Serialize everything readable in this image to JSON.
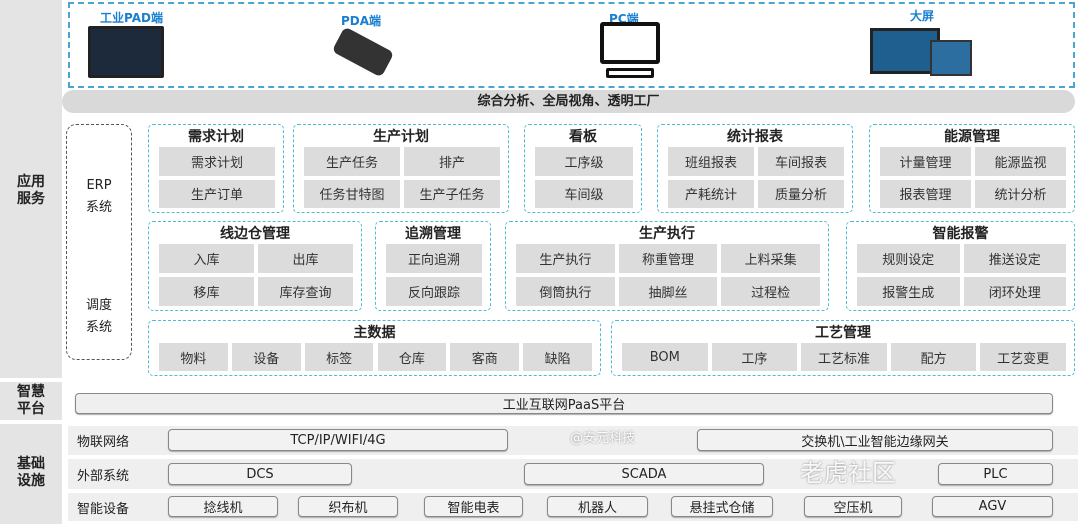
{
  "side_labels": {
    "app": "应用\n服务",
    "platform": "智慧\n平台",
    "infra": "基础\n设施"
  },
  "devices": [
    "工业PAD端",
    "PDA端",
    "PC端",
    "大屏"
  ],
  "banner": "综合分析、全局视角、透明工厂",
  "erp": {
    "top": "ERP\n系统",
    "bottom": "调度\n系统"
  },
  "modules": [
    {
      "title": "需求计划",
      "items": [
        "需求计划",
        "生产订单"
      ]
    },
    {
      "title": "生产计划",
      "items": [
        "生产任务",
        "排产",
        "任务甘特图",
        "生产子任务"
      ]
    },
    {
      "title": "看板",
      "items": [
        "工序级",
        "车间级"
      ]
    },
    {
      "title": "统计报表",
      "items": [
        "班组报表",
        "车间报表",
        "产耗统计",
        "质量分析"
      ]
    },
    {
      "title": "能源管理",
      "items": [
        "计量管理",
        "能源监视",
        "报表管理",
        "统计分析"
      ]
    },
    {
      "title": "线边仓管理",
      "items": [
        "入库",
        "出库",
        "移库",
        "库存查询"
      ]
    },
    {
      "title": "追溯管理",
      "items": [
        "正向追溯",
        "反向跟踪"
      ]
    },
    {
      "title": "生产执行",
      "items": [
        "生产执行",
        "称重管理",
        "上料采集",
        "倒筒执行",
        "抽脚丝",
        "过程检"
      ]
    },
    {
      "title": "智能报警",
      "items": [
        "规则设定",
        "推送设定",
        "报警生成",
        "闭环处理"
      ]
    },
    {
      "title": "主数据",
      "items": [
        "物料",
        "设备",
        "标签",
        "仓库",
        "客商",
        "缺陷"
      ]
    },
    {
      "title": "工艺管理",
      "items": [
        "BOM",
        "工序",
        "工艺标准",
        "配方",
        "工艺变更"
      ]
    }
  ],
  "platform": "工业互联网PaaS平台",
  "infra": {
    "network": {
      "label": "物联网络",
      "items": [
        "TCP/IP/WIFI/4G",
        "交换机\\工业智能边缘网关"
      ]
    },
    "external": {
      "label": "外部系统",
      "items": [
        "DCS",
        "SCADA",
        "PLC"
      ]
    },
    "equipment": {
      "label": "智能设备",
      "items": [
        "捻线机",
        "织布机",
        "智能电表",
        "机器人",
        "悬挂式仓储",
        "空压机",
        "AGV"
      ]
    }
  },
  "watermarks": {
    "community": "老虎社区",
    "author": "@安元科技"
  }
}
